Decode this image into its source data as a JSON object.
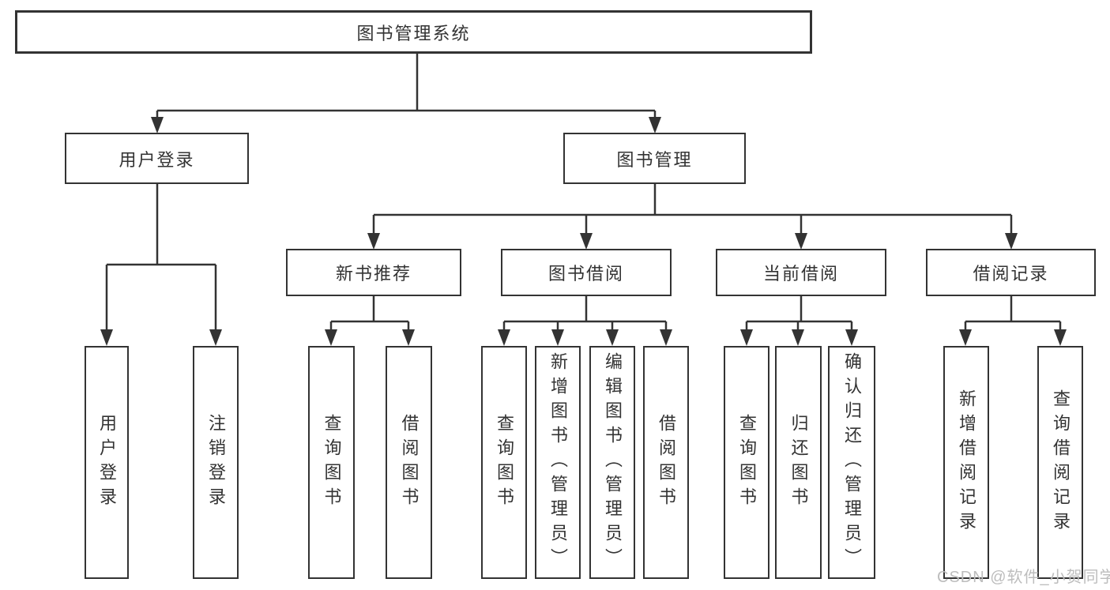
{
  "diagram": {
    "root": {
      "label": "图书管理系统"
    },
    "branches": [
      {
        "label": "用户登录",
        "children": [
          {
            "label": "用户登录"
          },
          {
            "label": "注销登录"
          }
        ]
      },
      {
        "label": "图书管理",
        "sections": [
          {
            "label": "新书推荐",
            "children": [
              {
                "label": "查询图书"
              },
              {
                "label": "借阅图书"
              }
            ]
          },
          {
            "label": "图书借阅",
            "children": [
              {
                "label": "查询图书"
              },
              {
                "label": "新增图书（管理员）"
              },
              {
                "label": "编辑图书（管理员）"
              },
              {
                "label": "借阅图书"
              }
            ]
          },
          {
            "label": "当前借阅",
            "children": [
              {
                "label": "查询图书"
              },
              {
                "label": "归还图书"
              },
              {
                "label": "确认归还（管理员）"
              }
            ]
          },
          {
            "label": "借阅记录",
            "children": [
              {
                "label": "新增借阅记录"
              },
              {
                "label": "查询借阅记录"
              }
            ]
          }
        ]
      }
    ]
  },
  "colors": {
    "line": "#333333",
    "box_border": "#333333",
    "text": "#333333",
    "watermark": "#bdbdbd",
    "background": "#ffffff"
  },
  "watermark": {
    "text": "CSDN @软件_小贺同学"
  }
}
